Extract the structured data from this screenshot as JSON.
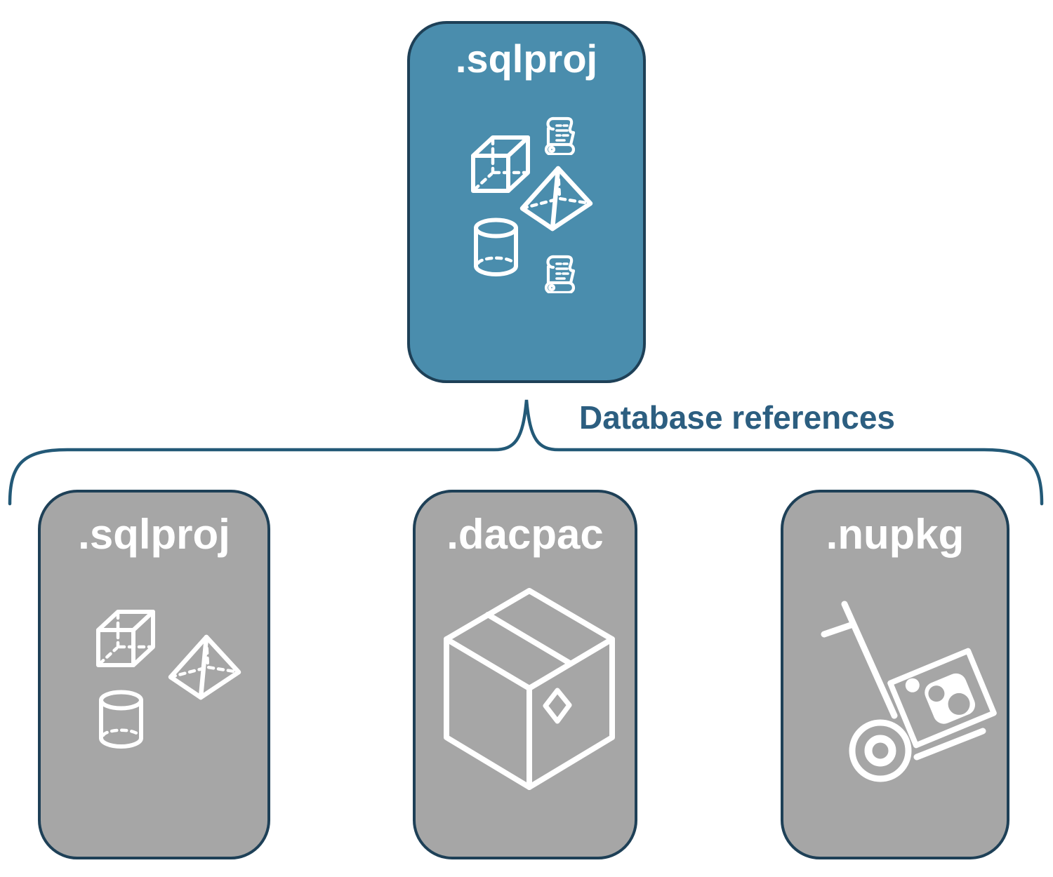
{
  "diagram": {
    "colors": {
      "root_box_fill": "#4a8dad",
      "child_box_fill": "#a6a6a6",
      "box_border": "#1e4057",
      "connector_line": "#235977",
      "connector_label_text": "#2c5e80",
      "label_text": "#ffffff",
      "icon_stroke": "#ffffff"
    },
    "root": {
      "label": ".sqlproj",
      "icons": [
        "cube-icon",
        "sql-script-scroll-icon",
        "pyramid-icon",
        "database-cylinder-icon",
        "sql-script-scroll-icon"
      ]
    },
    "connector": {
      "label": "Database references"
    },
    "children": [
      {
        "label": ".sqlproj",
        "icons": [
          "cube-icon",
          "pyramid-icon",
          "database-cylinder-icon"
        ]
      },
      {
        "label": ".dacpac",
        "icons": [
          "package-box-icon"
        ]
      },
      {
        "label": ".nupkg",
        "icons": [
          "hand-truck-icon",
          "nuget-logo-icon"
        ]
      }
    ]
  }
}
